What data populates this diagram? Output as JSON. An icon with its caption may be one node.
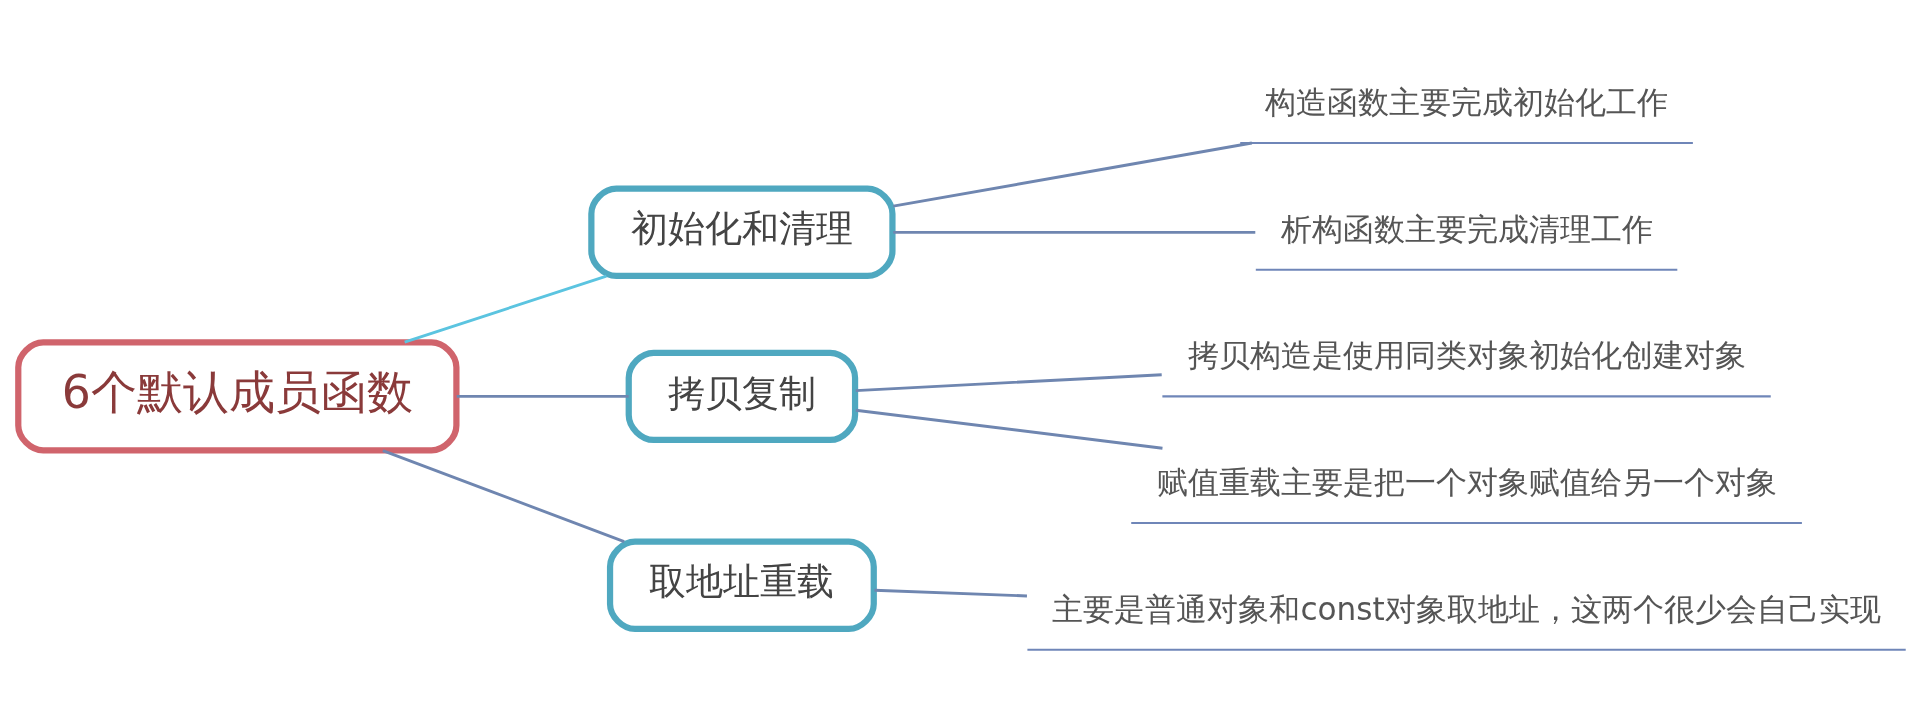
{
  "diagram": {
    "nodes": [
      {
        "text": [
          "6个默认成员函数"
        ]
      },
      {
        "text": [
          "初始化和清理"
        ]
      },
      {
        "text": [
          "构造函数主要完成初始化工作"
        ]
      },
      {
        "text": [
          "析构函数主要完成清理工作"
        ]
      },
      {
        "text": [
          "拷贝复制"
        ]
      },
      {
        "text": [
          "拷贝构造是使用同类对象初始化创建对象"
        ]
      },
      {
        "text": [
          "赋值重载主要是把一个对象赋值给另一个对象"
        ]
      },
      {
        "text": [
          "取地址重载"
        ]
      },
      {
        "text": [
          "主要是普通对象和const对象取地址，这两个很少会自己实现"
        ]
      }
    ],
    "edges": [
      {
        "from": 0,
        "to": 1,
        "arrow": "none",
        "color": "#5bc4e0"
      },
      {
        "from": 1,
        "to": 2,
        "arrow": "none"
      },
      {
        "from": 1,
        "to": 3,
        "arrow": "none"
      },
      {
        "from": 0,
        "to": 4,
        "arrow": "none"
      },
      {
        "from": 4,
        "to": 5,
        "arrow": "none"
      },
      {
        "from": 4,
        "to": 6,
        "arrow": "none"
      },
      {
        "from": 0,
        "to": 7,
        "arrow": "none"
      },
      {
        "from": 7,
        "to": 8,
        "arrow": "none"
      }
    ]
  }
}
